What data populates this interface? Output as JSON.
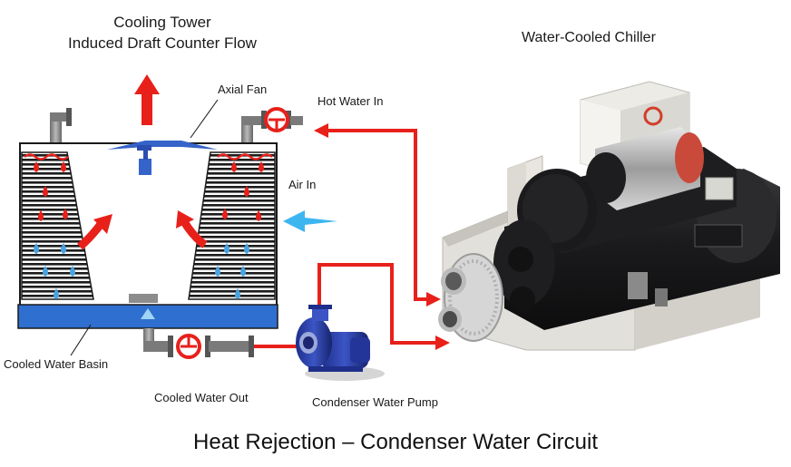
{
  "tower": {
    "title_line1": "Cooling Tower",
    "title_line2": "Induced Draft Counter Flow"
  },
  "labels": {
    "axial_fan": "Axial Fan",
    "hot_water_in": "Hot Water In",
    "air_in": "Air In",
    "cooled_water_basin": "Cooled Water Basin",
    "cooled_water_out": "Cooled Water Out",
    "condenser_water_pump": "Condenser Water Pump",
    "water_cooled_chiller": "Water-Cooled Chiller"
  },
  "caption": "Heat Rejection – Condenser Water Circuit",
  "colors": {
    "hot_water": "#e8201a",
    "cool_water": "#4aa3e0",
    "basin": "#2f6fcf",
    "fan": "#3563c9",
    "air": "#3db6f0",
    "pump": "#2a3fa3",
    "chiller_body": "#232325"
  }
}
